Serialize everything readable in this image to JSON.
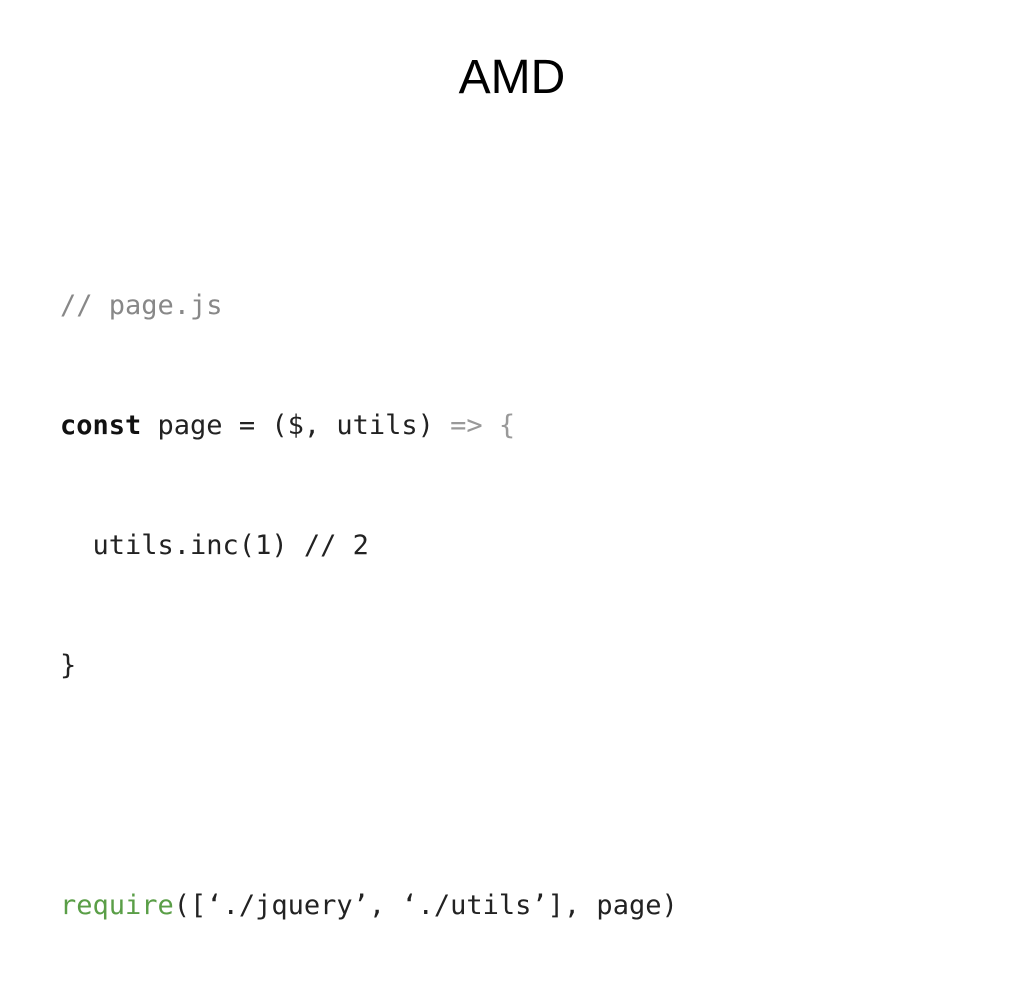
{
  "slide": {
    "title": "AMD"
  },
  "code": {
    "line1": {
      "comment": "// page.js"
    },
    "line2": {
      "keyword": "const",
      "body": " page = ($, utils) ",
      "arrow": "=> {"
    },
    "line3": {
      "text": "  utils.inc(1) // 2"
    },
    "line4": {
      "text": "}"
    },
    "line5": {
      "text": ""
    },
    "line6": {
      "func": "require",
      "rest": "([‘./jquery’, ‘./utils’], page)"
    }
  },
  "colors": {
    "background": "#ffffff",
    "comment": "#888888",
    "keyword": "#111111",
    "muted_punct": "#999999",
    "function": "#5a9e47"
  }
}
